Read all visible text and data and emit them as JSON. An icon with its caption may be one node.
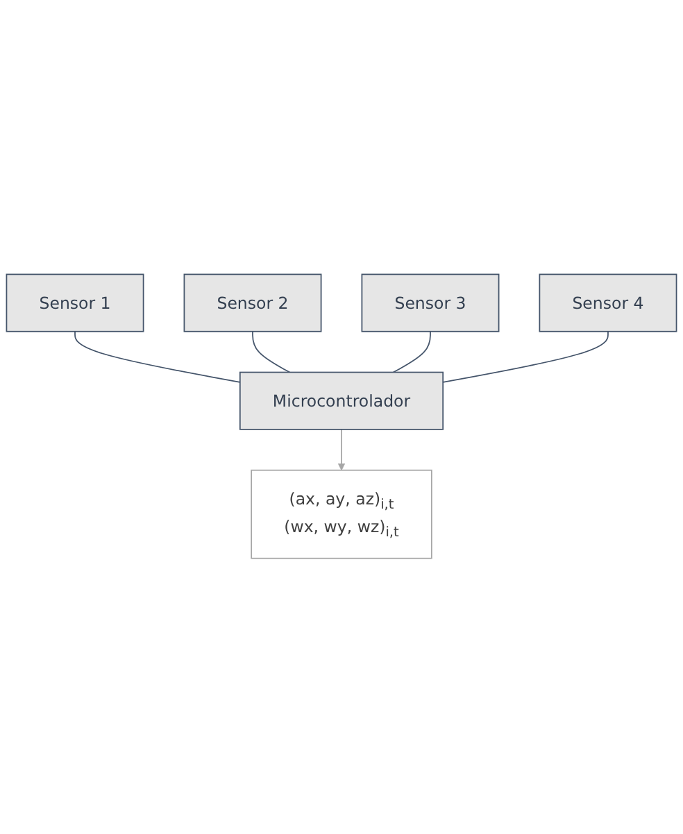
{
  "diagram": {
    "nodes": [
      {
        "text": [
          "Sensor 1"
        ]
      },
      {
        "text": [
          "Sensor 2"
        ]
      },
      {
        "text": [
          "Sensor 3"
        ]
      },
      {
        "text": [
          "Sensor 4"
        ]
      },
      {
        "text": [
          "Microcontrolador"
        ]
      },
      {
        "text": [
          "(ax, ay, az)$_{i,t}$",
          "(wx, wy, wz)$_{i,t}$"
        ]
      }
    ],
    "edges": [
      {
        "from": 0,
        "to": 4,
        "arrow": "none"
      },
      {
        "from": 1,
        "to": 4,
        "arrow": "none"
      },
      {
        "from": 2,
        "to": 4,
        "arrow": "none"
      },
      {
        "from": 3,
        "to": 4,
        "arrow": "none"
      },
      {
        "from": 4,
        "to": 5,
        "arrow": "to",
        "color": "#a6a6a6"
      }
    ]
  }
}
